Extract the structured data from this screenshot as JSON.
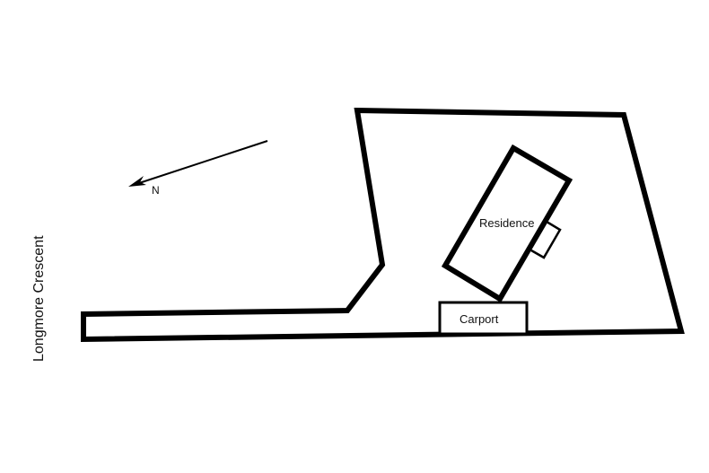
{
  "diagram": {
    "type": "site-plan",
    "street_label": "Longmore Crescent",
    "north_label": "N",
    "buildings": {
      "residence": "Residence",
      "carport": "Carport"
    },
    "colors": {
      "line": "#000000",
      "background": "#ffffff"
    }
  }
}
